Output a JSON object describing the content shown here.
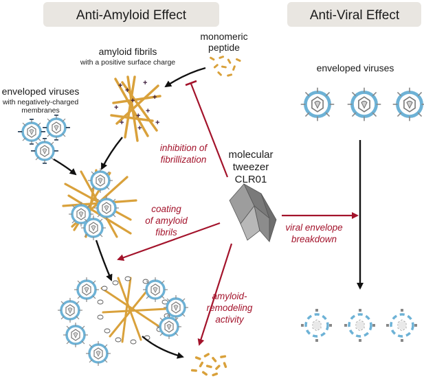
{
  "panels": {
    "left_title": "Anti-Amyloid Effect",
    "right_title": "Anti-Viral Effect"
  },
  "labels": {
    "monomeric_1": "monomeric",
    "monomeric_2": "peptide",
    "fibrils_1": "amyloid fibrils",
    "fibrils_2": "with a positive surface charge",
    "env_left_1": "enveloped viruses",
    "env_left_2": "with negatively-charged",
    "env_left_3": "membranes",
    "env_right": "enveloped viruses",
    "tweezer_1": "molecular",
    "tweezer_2": "tweezer",
    "tweezer_3": "CLR01"
  },
  "actions": {
    "inhibition_1": "inhibition of",
    "inhibition_2": "fibrillization",
    "coating_1": "coating",
    "coating_2": "of amyloid",
    "coating_3": "fibrils",
    "remodel_1": "amyloid-",
    "remodel_2": "remodeling",
    "remodel_3": "activity",
    "viral_1": "viral envelope",
    "viral_2": "breakdown"
  },
  "colors": {
    "panel_bg": "#e9e6e1",
    "fibril": "#d9a13b",
    "virus_ring": "#6db2d6",
    "accent_red": "#a3132b",
    "tweezer": "#8a8a8a"
  }
}
